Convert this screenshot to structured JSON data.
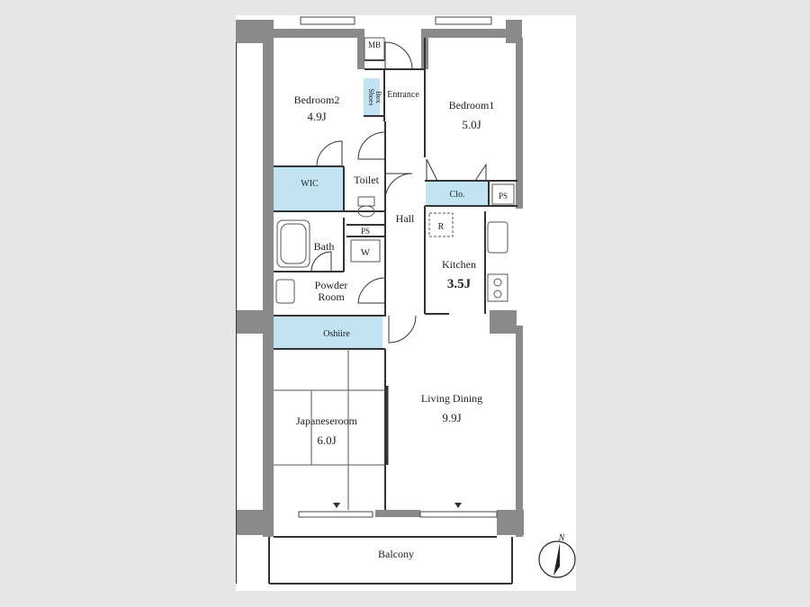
{
  "rooms": {
    "bedroom2": {
      "name": "Bedroom2",
      "size": "4.9J"
    },
    "bedroom1": {
      "name": "Bedroom1",
      "size": "5.0J"
    },
    "kitchen": {
      "name": "Kitchen",
      "size": "3.5J"
    },
    "living": {
      "name": "Living Dining",
      "size": "9.9J"
    },
    "japanese": {
      "name": "Japaneseroom",
      "size": "6.0J"
    },
    "powder": {
      "line1": "Powder",
      "line2": "Room"
    },
    "bath": {
      "name": "Bath"
    },
    "toilet": {
      "name": "Toilet"
    },
    "hall": {
      "name": "Hall"
    },
    "entrance": {
      "name": "Entrance"
    },
    "balcony": {
      "name": "Balcony"
    }
  },
  "storage": {
    "mb": "MB",
    "shoes_box_line1": "Shoes",
    "shoes_box_line2": "Box",
    "wic": "WIC",
    "clo": "Clo.",
    "oshiire": "Oshiire",
    "ps_upper": "PS",
    "ps_bath": "PS",
    "washer": "W",
    "fridge": "R"
  },
  "compass": {
    "label": "N"
  },
  "colors": {
    "storage_fill": "#c2e3f2",
    "wall": "#888888",
    "line": "#333333"
  }
}
